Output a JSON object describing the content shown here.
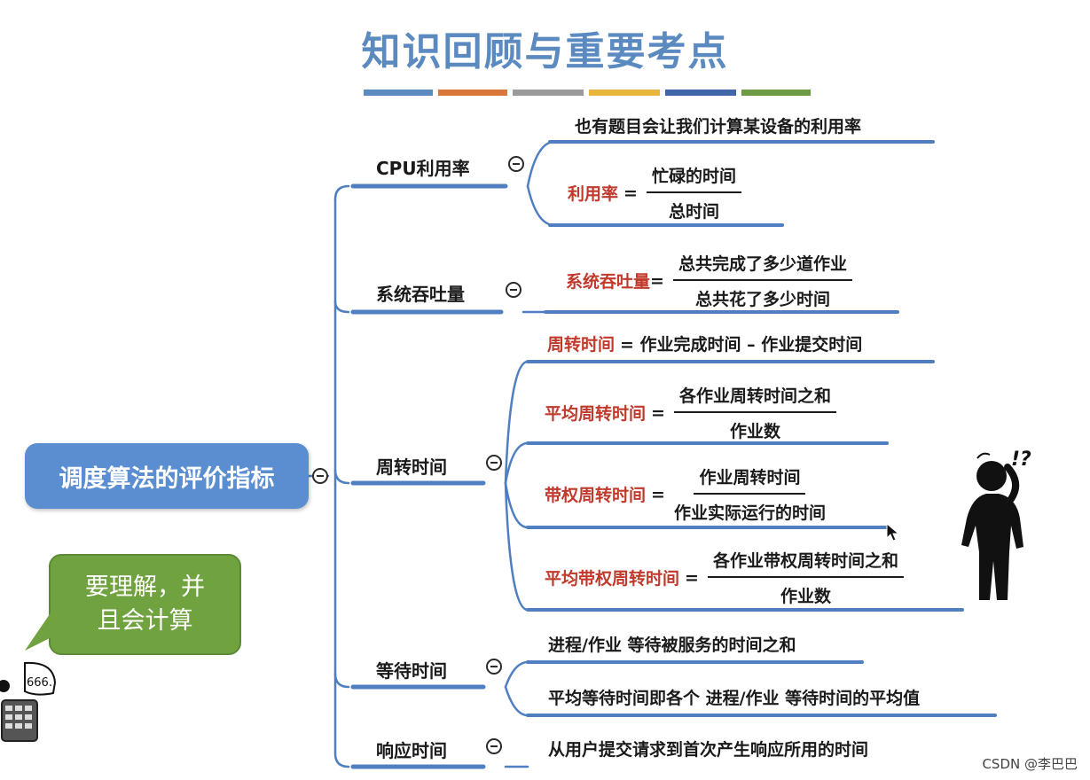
{
  "title": "知识回顾与重要考点",
  "root": "调度算法的评价指标",
  "colors": {
    "title": "#5b8ac1",
    "root": "#5a8ed0",
    "branch": "#4f7fc0",
    "formula_label": "#c0392b",
    "bubble": "#70a240",
    "bars": [
      "#5b8ac1",
      "#d9773a",
      "#9a9a9a",
      "#e9b63c",
      "#4166a8",
      "#6c9a45"
    ]
  },
  "categories": {
    "cpu": {
      "label": "CPU利用率",
      "note": "也有题目会让我们计算某设备的利用率",
      "formula": {
        "label": "利用率",
        "eq": "=",
        "num": "忙碌的时间",
        "den": "总时间"
      }
    },
    "throughput": {
      "label": "系统吞吐量",
      "formula": {
        "label": "系统吞吐量",
        "eq": "=",
        "num": "总共完成了多少道作业",
        "den": "总共花了多少时间"
      }
    },
    "turnaround": {
      "label": "周转时间",
      "f1": {
        "label": "周转时间",
        "rest": "= 作业完成时间 – 作业提交时间"
      },
      "f2": {
        "label": "平均周转时间",
        "eq": "=",
        "num": "各作业周转时间之和",
        "den": "作业数"
      },
      "f3": {
        "label": "带权周转时间",
        "eq": "=",
        "num": "作业周转时间",
        "den": "作业实际运行的时间"
      },
      "f4": {
        "label": "平均带权周转时间",
        "eq": "=",
        "num": "各作业带权周转时间之和",
        "den": "作业数"
      }
    },
    "waiting": {
      "label": "等待时间",
      "leaf1": "进程/作业 等待被服务的时间之和",
      "leaf2": "平均等待时间即各个 进程/作业 等待时间的平均值"
    },
    "response": {
      "label": "响应时间",
      "leaf1": "从用户提交请求到首次产生响应所用的时间"
    }
  },
  "bubble": {
    "line1": "要理解，并",
    "line2": "且会计算"
  },
  "figure_marks": "!?",
  "calculator_text": "666.",
  "watermark": "CSDN @李巴巴"
}
